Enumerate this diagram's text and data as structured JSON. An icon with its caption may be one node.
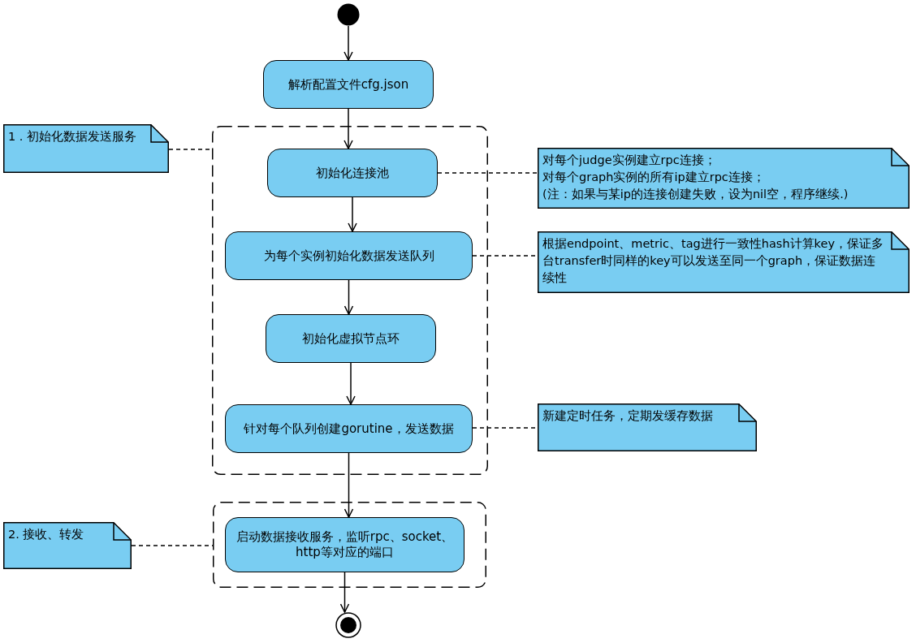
{
  "diagram": {
    "nodes": [
      {
        "text": [],
        "shape": "circle"
      },
      {
        "text": [
          "解析配置文件cfg.json"
        ]
      },
      {
        "text": [],
        "shape": "box"
      },
      {
        "text": [
          "初始化连接池"
        ],
        "in": 2
      },
      {
        "text": [
          "为每个实例初始化数据发送队列"
        ],
        "in": 2
      },
      {
        "text": [
          "初始化虚拟节点环"
        ],
        "in": 2
      },
      {
        "text": [
          "针对每个队列创建gorutine，发送数据"
        ],
        "in": 2
      },
      {
        "text": [],
        "shape": "box"
      },
      {
        "text": [
          "启动数据接收服务，监听rpc、socket、http等对应的端口"
        ],
        "in": 7
      },
      {
        "text": [],
        "shape": "circle"
      },
      {
        "text": [
          "1 . 初始化数据发送服务"
        ]
      },
      {
        "text": [
          "对每个judge实例建立rpc连接；",
          "对每个graph实例的所有ip建立rpc连接；",
          "(注：如果与某ip的连接创建失败，设为nil空，程序继续.)"
        ]
      },
      {
        "text": [
          "根据endpoint、metric、tag进行一致性hash计算key，保证多台transfer时同样的key可以发送至同一个graph，保证数据连续性"
        ]
      },
      {
        "text": [
          "新建定时任务，定期发缓存数据"
        ]
      },
      {
        "text": [
          "2. 接收、转发"
        ]
      }
    ],
    "edges": [
      {
        "from": 0,
        "to": 1,
        "arrow": "to"
      },
      {
        "from": 1,
        "to": 3,
        "arrow": "to"
      },
      {
        "from": 3,
        "to": 4,
        "arrow": "to"
      },
      {
        "from": 4,
        "to": 5,
        "arrow": "to"
      },
      {
        "from": 5,
        "to": 6,
        "arrow": "to"
      },
      {
        "from": 6,
        "to": 8,
        "arrow": "to"
      },
      {
        "from": 8,
        "to": 9,
        "arrow": "to"
      },
      {
        "from": 10,
        "to": 2,
        "arrow": "none",
        "style": "dashed"
      },
      {
        "from": 3,
        "to": 11,
        "arrow": "none",
        "style": "dashed"
      },
      {
        "from": 4,
        "to": 12,
        "arrow": "none",
        "style": "dashed"
      },
      {
        "from": 6,
        "to": 13,
        "arrow": "none",
        "style": "dashed"
      },
      {
        "from": 14,
        "to": 7,
        "arrow": "none",
        "style": "dashed"
      }
    ]
  }
}
